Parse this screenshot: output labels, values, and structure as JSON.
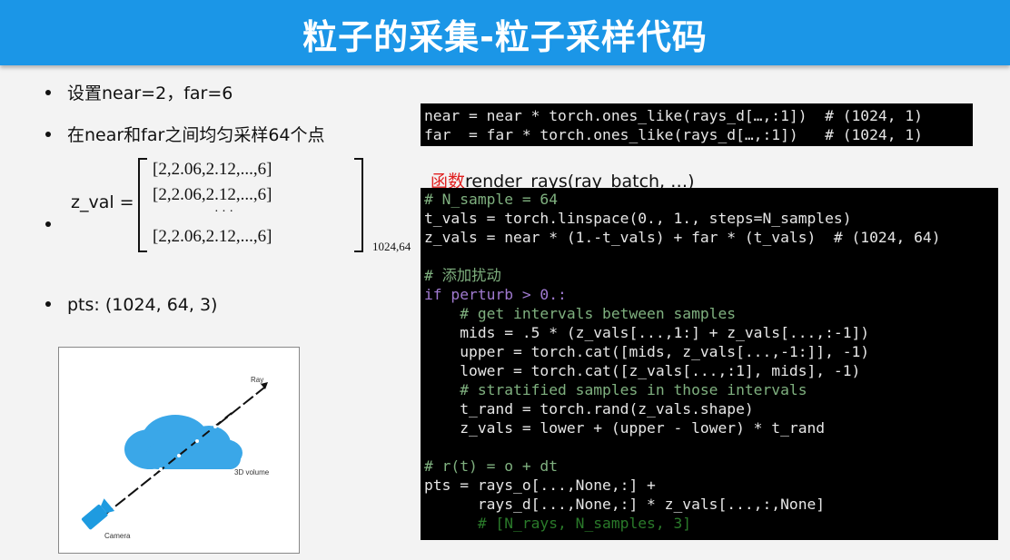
{
  "header": {
    "title": "粒子的采集-粒子采样代码"
  },
  "bullets": [
    {
      "text": "设置near=2，far=6"
    },
    {
      "text": "在near和far之间均匀采样64个点"
    },
    {
      "text": "pts: (1024, 64, 3)"
    }
  ],
  "matrix": {
    "label": "z_val =",
    "rows": [
      "[2,2.06,2.12,...,6]",
      "[2,2.06,2.12,...,6]",
      "· · ·",
      "[2,2.06,2.12,...,6]"
    ],
    "subscript": "1024,64"
  },
  "diagram": {
    "ray_label": "Ray",
    "volume_label": "3D volume",
    "camera_label": "Camera"
  },
  "code1": {
    "lines": [
      "near = near * torch.ones_like(rays_d[…,:1])  # (1024, 1)",
      "far  = far * torch.ones_like(rays_d[…,:1])   # (1024, 1)"
    ]
  },
  "func_sig": {
    "keyword": "函数",
    "rest": "render_rays(ray_batch, …)"
  },
  "code2": {
    "lines": [
      "# N_sample = 64",
      "t_vals = torch.linspace(0., 1., steps=N_samples)",
      "z_vals = near * (1.-t_vals) + far * (t_vals)  # (1024, 64)",
      "",
      "# 添加扰动",
      "if perturb > 0.:",
      "    # get intervals between samples",
      "    mids = .5 * (z_vals[...,1:] + z_vals[...,:-1])",
      "    upper = torch.cat([mids, z_vals[...,-1:]], -1)",
      "    lower = torch.cat([z_vals[...,:1], mids], -1)",
      "    # stratified samples in those intervals",
      "    t_rand = torch.rand(z_vals.shape)",
      "    z_vals = lower + (upper - lower) * t_rand",
      "",
      "# r(t) = o + dt",
      "pts = rays_o[...,None,:] +",
      "      rays_d[...,None,:] * z_vals[...,:,None]",
      "      # [N_rays, N_samples, 3]"
    ]
  },
  "colors": {
    "header_bg": "#1b96e7",
    "cloud": "#3aa7e8",
    "camera": "#1e9be0",
    "keyword_red": "#e02020"
  }
}
